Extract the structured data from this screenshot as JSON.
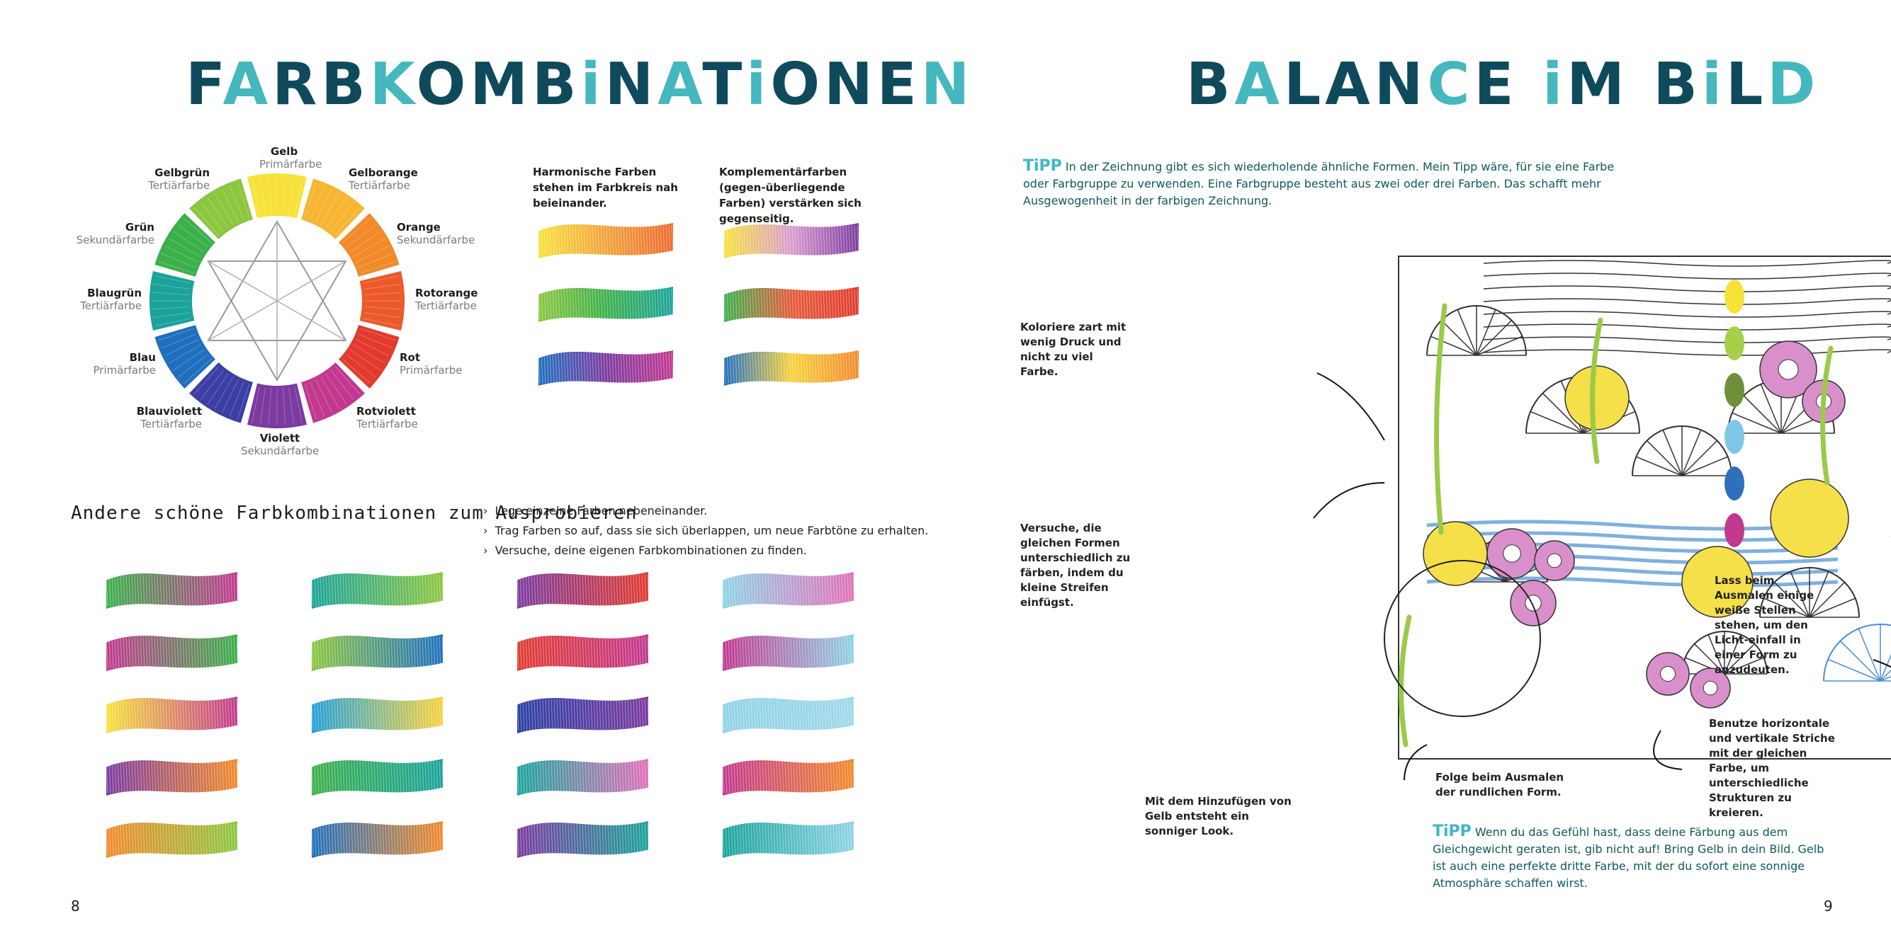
{
  "left_page": {
    "title": [
      {
        "text": "F",
        "tone": "a"
      },
      {
        "text": "A",
        "tone": "b"
      },
      {
        "text": "R",
        "tone": "a"
      },
      {
        "text": "B",
        "tone": "a"
      },
      {
        "text": "K",
        "tone": "b"
      },
      {
        "text": "O",
        "tone": "a"
      },
      {
        "text": "M",
        "tone": "a"
      },
      {
        "text": "B",
        "tone": "a"
      },
      {
        "text": "i",
        "tone": "b"
      },
      {
        "text": "N",
        "tone": "a"
      },
      {
        "text": "A",
        "tone": "b"
      },
      {
        "text": "T",
        "tone": "a"
      },
      {
        "text": "i",
        "tone": "b"
      },
      {
        "text": "O",
        "tone": "a"
      },
      {
        "text": "N",
        "tone": "a"
      },
      {
        "text": "E",
        "tone": "a"
      },
      {
        "text": "N",
        "tone": "b"
      }
    ],
    "wheel_labels": [
      {
        "name": "Gelb",
        "type": "Primärfarbe"
      },
      {
        "name": "Gelborange",
        "type": "Tertiärfarbe"
      },
      {
        "name": "Orange",
        "type": "Sekundärfarbe"
      },
      {
        "name": "Rotorange",
        "type": "Tertiärfarbe"
      },
      {
        "name": "Rot",
        "type": "Primärfarbe"
      },
      {
        "name": "Rotviolett",
        "type": "Tertiärfarbe"
      },
      {
        "name": "Violett",
        "type": "Sekundärfarbe"
      },
      {
        "name": "Blauviolett",
        "type": "Tertiärfarbe"
      },
      {
        "name": "Blau",
        "type": "Primärfarbe"
      },
      {
        "name": "Blaugrün",
        "type": "Tertiärfarbe"
      },
      {
        "name": "Grün",
        "type": "Sekundärfarbe"
      },
      {
        "name": "Gelbgrün",
        "type": "Tertiärfarbe"
      }
    ],
    "wheel_colors": [
      "#f7e23a",
      "#f7b532",
      "#f28a2a",
      "#ec5a2a",
      "#e23a2e",
      "#c2388f",
      "#7b3aa0",
      "#3b3fa3",
      "#1f6fbe",
      "#1aa39a",
      "#3bb04a",
      "#8cc63f"
    ],
    "harmonic_text": "Harmonische Farben stehen im Farbkreis nah beieinander.",
    "complement_text": "Komplementärfarben (gegen-überliegende Farben) verstärken sich gegenseitig.",
    "harmonic_swatches": [
      [
        "#f7e23a",
        "#f2a23a",
        "#ec6a2a"
      ],
      [
        "#8cc63f",
        "#3bb04a",
        "#1aa39a"
      ],
      [
        "#1f6fbe",
        "#7b3aa0",
        "#c2388f"
      ]
    ],
    "complement_swatches": [
      [
        "#f7e23a",
        "#d99bd0",
        "#7b3aa0"
      ],
      [
        "#3bb04a",
        "#e35a3a",
        "#e23a2e"
      ],
      [
        "#1f6fbe",
        "#f7d23a",
        "#f28a2a"
      ]
    ],
    "other_heading": "Andere schöne Farbkombinationen zum Ausprobieren",
    "bullets": [
      "Lege einzelne Farben nebeneinander.",
      "Trag Farben so auf, dass sie sich überlappen, um neue Farbtöne zu erhalten.",
      "Versuche, deine eigenen Farbkombinationen zu finden."
    ],
    "grid_swatches": [
      [
        [
          "#3bb04a",
          "#c2388f"
        ],
        [
          "#1aa39a",
          "#8cc63f"
        ],
        [
          "#7b3aa0",
          "#e23a2e"
        ],
        [
          "#8fd3e8",
          "#e070b8"
        ]
      ],
      [
        [
          "#c2388f",
          "#3bb04a"
        ],
        [
          "#8cc63f",
          "#1f6fbe"
        ],
        [
          "#e23a2e",
          "#c2388f"
        ],
        [
          "#c2388f",
          "#8fd3e8"
        ]
      ],
      [
        [
          "#f7e23a",
          "#c2388f"
        ],
        [
          "#1f9fd8",
          "#f7d23a"
        ],
        [
          "#2a3fa3",
          "#7b3aa0"
        ],
        [
          "#8fd3e8",
          "#9fd8e8"
        ]
      ],
      [
        [
          "#7b3aa0",
          "#f28a2a"
        ],
        [
          "#3bb04a",
          "#1aa39a"
        ],
        [
          "#1aa39a",
          "#e070b8"
        ],
        [
          "#c2388f",
          "#f28a2a"
        ]
      ],
      [
        [
          "#f28a2a",
          "#8cc63f"
        ],
        [
          "#1f6fbe",
          "#f28a2a"
        ],
        [
          "#7b3aa0",
          "#1aa39a"
        ],
        [
          "#1aa39a",
          "#8fd3e8"
        ]
      ]
    ],
    "page_number": "8"
  },
  "right_page": {
    "title": [
      {
        "text": "B",
        "tone": "a"
      },
      {
        "text": "A",
        "tone": "b"
      },
      {
        "text": "L",
        "tone": "a"
      },
      {
        "text": "A",
        "tone": "a"
      },
      {
        "text": "N",
        "tone": "a"
      },
      {
        "text": "C",
        "tone": "b"
      },
      {
        "text": "E",
        "tone": "a"
      },
      {
        "text": " ",
        "tone": "a"
      },
      {
        "text": "i",
        "tone": "b"
      },
      {
        "text": "M",
        "tone": "a"
      },
      {
        "text": " ",
        "tone": "a"
      },
      {
        "text": "B",
        "tone": "a"
      },
      {
        "text": "i",
        "tone": "b"
      },
      {
        "text": "L",
        "tone": "a"
      },
      {
        "text": "D",
        "tone": "b"
      }
    ],
    "tipp_label": "TiPP",
    "tipp1": "In der Zeichnung gibt es sich wiederholende ähnliche Formen. Mein Tipp wäre, für sie eine Farbe oder Farbgruppe zu verwenden. Eine Farbgruppe besteht aus zwei oder drei Farben. Das schafft mehr Ausgewogenheit in der farbigen Zeichnung.",
    "annotations": {
      "koloriere": "Koloriere zart mit wenig Druck und nicht zu viel Farbe.",
      "versuche": "Versuche, die gleichen Formen unterschiedlich zu färben, indem du kleine Streifen einfügst.",
      "gelb": "Mit dem Hinzufügen von Gelb entsteht ein sonniger Look.",
      "folge": "Folge beim Ausmalen der rundlichen Form.",
      "lass": "Lass beim Ausmalen einige weiße Stellen stehen, um den Licht-einfall in einer Form zu anzudeuten.",
      "benutze": "Benutze horizontale und vertikale Striche mit der gleichen Farbe, um unterschiedliche Strukturen zu kreieren."
    },
    "side_swatches": [
      "#f7e23a",
      "#a6cf4a",
      "#6f8f3a",
      "#7fc7e8",
      "#2f6fbe",
      "#c2388f"
    ],
    "tipp2": "Wenn du das Gefühl hast, dass deine Färbung aus dem Gleichgewicht geraten ist, gib nicht auf! Bring Gelb in dein Bild. Gelb ist auch eine perfekte dritte Farbe, mit der du sofort eine sonnige Atmosphäre schaffen wirst.",
    "page_number": "9"
  }
}
